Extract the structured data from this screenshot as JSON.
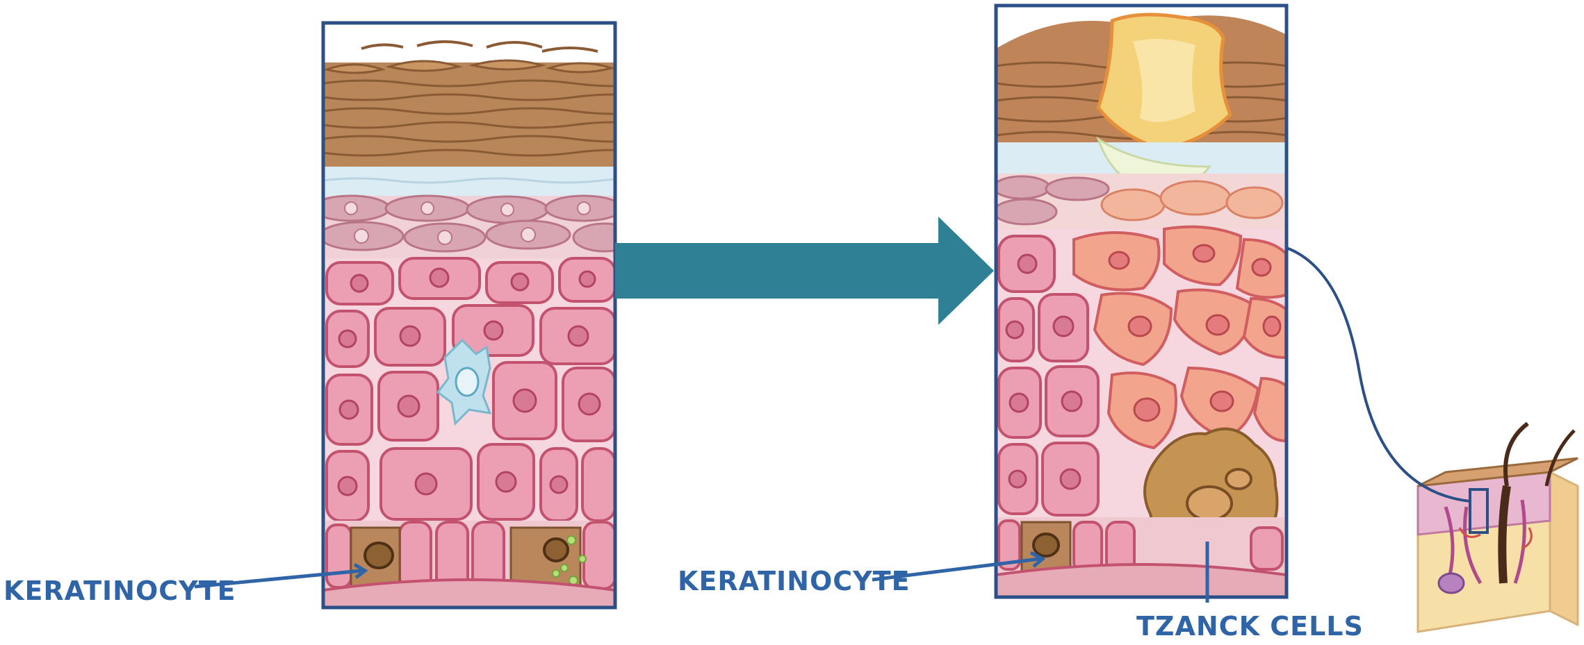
{
  "labels": {
    "left_keratinocyte": "KERATINOCYTE",
    "right_keratinocyte": "KERATINOCYTE",
    "tzanck": "TZANCK CELLS"
  },
  "colors": {
    "frame": "#2b4f86",
    "arrow": "#2f7f95",
    "label": "#2f64a6",
    "stratum_corneum": "#b9865a",
    "stratum_lucidum": "#dcecf4",
    "granulosum": "#d7a6b2",
    "spinosum": "#e9a1b4",
    "basal": "#b9875b",
    "tzanck": "#c59452",
    "langerhans": "#a9d6e6",
    "inflamed": "#f2a48c",
    "crust": "#f3cf70"
  },
  "icons": {
    "process_arrow": "right-arrow-icon",
    "skin_block": "skin-cross-section-icon",
    "zoom_box": "zoom-box-icon"
  }
}
